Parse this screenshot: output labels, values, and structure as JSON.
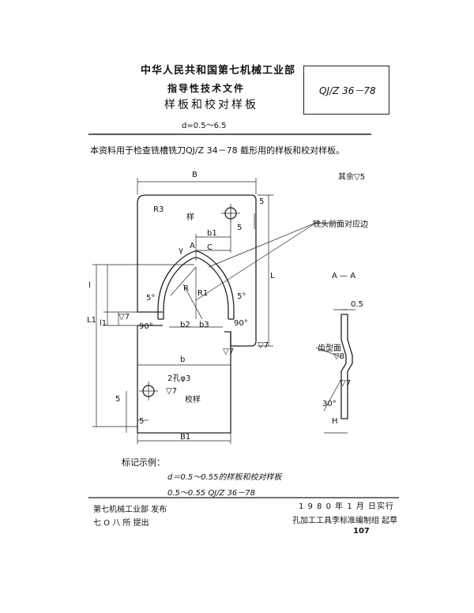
{
  "header": {
    "org": "中华人民共和国第七机械工业部",
    "doc_type": "指导性技术文件",
    "title": "样板和校对样板",
    "range": "d=0.5～6.5",
    "code": "QJ/Z 36－78"
  },
  "intro": "本资料用于检查铣槽铣刀QJ/Z 34－78 截形用的样板和校对样板。",
  "drawing": {
    "roughness": "其余▽5",
    "labels": {
      "B": "B",
      "B1": "B1",
      "R3": "R3",
      "sample": "样",
      "check_sample": "校样",
      "b": "b",
      "b1": "b1",
      "b2": "b2",
      "b3": "b3",
      "C": "C",
      "A": "A",
      "gamma": "γ",
      "R": "R",
      "R1": "R1",
      "L": "L",
      "L1": "L1",
      "l": "l",
      "l1": "l1",
      "five": "5",
      "five_deg": "5°",
      "ninety_deg": "90°",
      "thirty_deg": "30°",
      "hole": "2孔φ3",
      "rough7": "▽7",
      "rough8": "▽8",
      "edge_label": "铣头前面对应边",
      "section": "A — A",
      "thickness": "0.5",
      "profile_face": "齿型面",
      "H": "H"
    }
  },
  "notes": {
    "title": "标记示例：",
    "line1": "d＝0.5～0.55的样板和校对样板",
    "line2": "0.5～0.55 QJ/Z 36－78"
  },
  "footer": {
    "publisher": "第七机械工业部  发布",
    "proposer": "七 O 八 所  提出",
    "date": "1 9 8 0 年 1 月  日实行",
    "editor": "孔加工工具李标准编制组     起草",
    "page": "107"
  }
}
